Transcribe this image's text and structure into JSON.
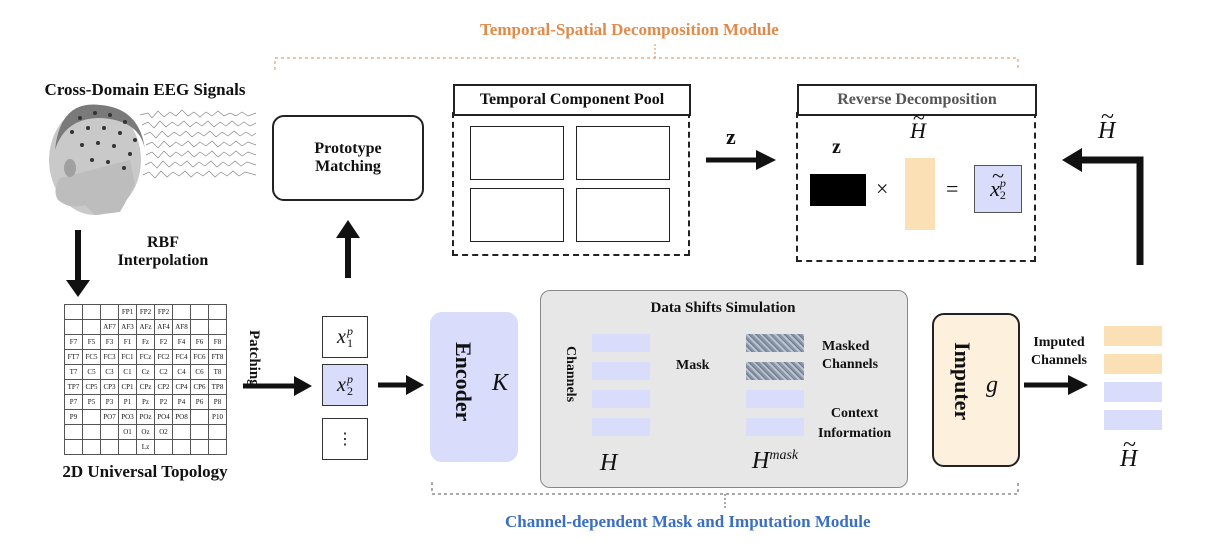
{
  "titles": {
    "top_module": "Temporal-Spatial Decomposition Module",
    "bottom_module": "Channel-dependent Mask and Imputation Module"
  },
  "left": {
    "eeg_title": "Cross-Domain EEG Signals",
    "rbf_line1": "RBF",
    "rbf_line2": "Interpolation",
    "topology_title": "2D Universal Topology",
    "patching": "Patching"
  },
  "topology_grid": [
    [
      "",
      "",
      "",
      "FP1",
      "FP2",
      "FP2",
      "",
      "",
      ""
    ],
    [
      "",
      "",
      "AF7",
      "AF3",
      "AFz",
      "AF4",
      "AF8",
      "",
      ""
    ],
    [
      "F7",
      "F5",
      "F3",
      "F1",
      "Fz",
      "F2",
      "F4",
      "F6",
      "F8"
    ],
    [
      "FT7",
      "FC5",
      "FC3",
      "FC1",
      "FCz",
      "FC2",
      "FC4",
      "FC6",
      "FT8"
    ],
    [
      "T7",
      "C5",
      "C3",
      "C1",
      "Cz",
      "C2",
      "C4",
      "C6",
      "T8"
    ],
    [
      "TP7",
      "CP5",
      "CP3",
      "CP1",
      "CPz",
      "CP2",
      "CP4",
      "CP6",
      "TP8"
    ],
    [
      "P7",
      "P5",
      "P3",
      "P1",
      "Pz",
      "P2",
      "P4",
      "P6",
      "P8"
    ],
    [
      "P9",
      "",
      "PO7",
      "PO3",
      "POz",
      "PO4",
      "PO8",
      "",
      "P10"
    ],
    [
      "",
      "",
      "",
      "O1",
      "Oz",
      "O2",
      "",
      "",
      ""
    ],
    [
      "",
      "",
      "",
      "",
      "Lz",
      "",
      "",
      "",
      ""
    ]
  ],
  "patches": {
    "p1_base": "x",
    "p1_sub": "1",
    "p1_sup": "p",
    "p2_base": "x",
    "p2_sub": "2",
    "p2_sup": "p",
    "more": "⋮"
  },
  "prototype": {
    "line1": "Prototype",
    "line2": "Matching"
  },
  "pool": {
    "title": "Temporal Component Pool"
  },
  "z_arrow_label": "z",
  "reverse": {
    "title": "Reverse Decomposition",
    "z": "z",
    "h_tilde": "H",
    "times": "×",
    "equals": "=",
    "x_base": "x",
    "x_sub": "2",
    "x_sup": "p"
  },
  "right_arrow_label": "H",
  "encoder": {
    "label": "Encoder",
    "symbol": "K"
  },
  "shifts": {
    "title": "Data Shifts Simulation",
    "channels": "Channels",
    "mask": "Mask",
    "masked_line1": "Masked",
    "masked_line2": "Channels",
    "context_line1": "Context",
    "context_line2": "Information",
    "h": "H",
    "hmask_base": "H",
    "hmask_sup": "mask"
  },
  "imputer": {
    "label": "Imputer",
    "symbol": "g"
  },
  "imputed": {
    "line1": "Imputed",
    "line2": "Channels",
    "h_tilde": "H"
  },
  "colors": {
    "lavender": "#d9dcfb",
    "peach": "#fbe0b6",
    "orange_title": "#e08a4b",
    "blue_title": "#3a6fc4"
  }
}
